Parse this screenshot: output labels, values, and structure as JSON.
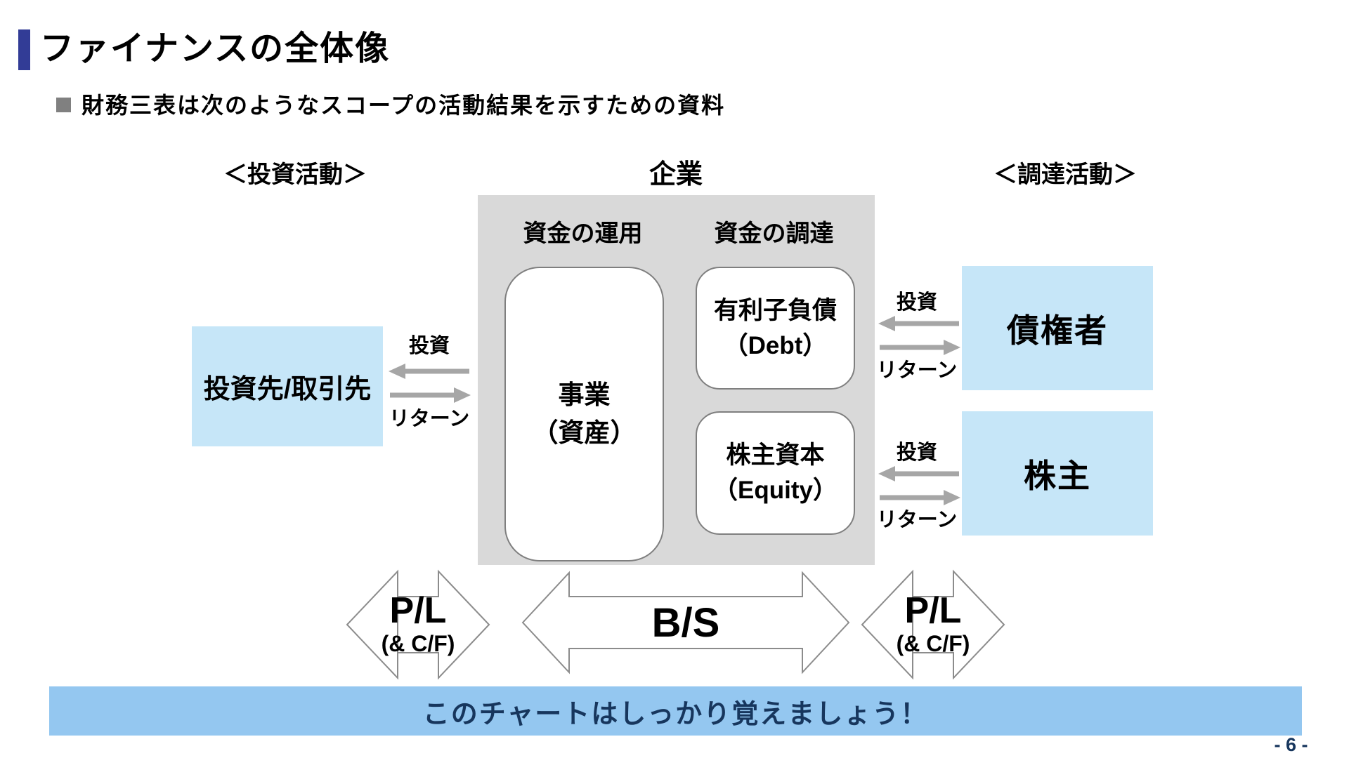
{
  "page": {
    "title": "ファイナンスの全体像",
    "bullet": "財務三表は次のようなスコープの活動結果を示すための資料",
    "footer_banner": "このチャートはしっかり覚えましょう！",
    "page_number": "- 6 -"
  },
  "section_labels": {
    "left": "＜投資活動＞",
    "center": "企業",
    "right": "＜調達活動＞"
  },
  "company_box": {
    "left_column_header": "資金の運用",
    "right_column_header": "資金の調達",
    "business_box": {
      "line1": "事業",
      "line2": "（資産）"
    },
    "debt_box": {
      "line1": "有利子負債",
      "line2": "（Debt）"
    },
    "equity_box": {
      "line1": "株主資本",
      "line2": "（Equity）"
    }
  },
  "external_boxes": {
    "investees": "投資先/取引先",
    "creditors": "債権者",
    "shareholders": "株主"
  },
  "flow_labels": {
    "invest": "投資",
    "return": "リターン"
  },
  "bottom_shapes": {
    "pl_left": {
      "line1": "P/L",
      "line2": "(& C/F)"
    },
    "bs": "B/S",
    "pl_right": {
      "line1": "P/L",
      "line2": "(& C/F)"
    }
  },
  "colors": {
    "accent_bar": "#323C96",
    "company_box_bg": "#D9D9D9",
    "partner_box_bg": "#C6E6F8",
    "banner_bg": "#94C7F0",
    "navy_text": "#17365D",
    "arrow_fill": "#A6A6A6",
    "shape_outline": "#8C8C8C"
  }
}
